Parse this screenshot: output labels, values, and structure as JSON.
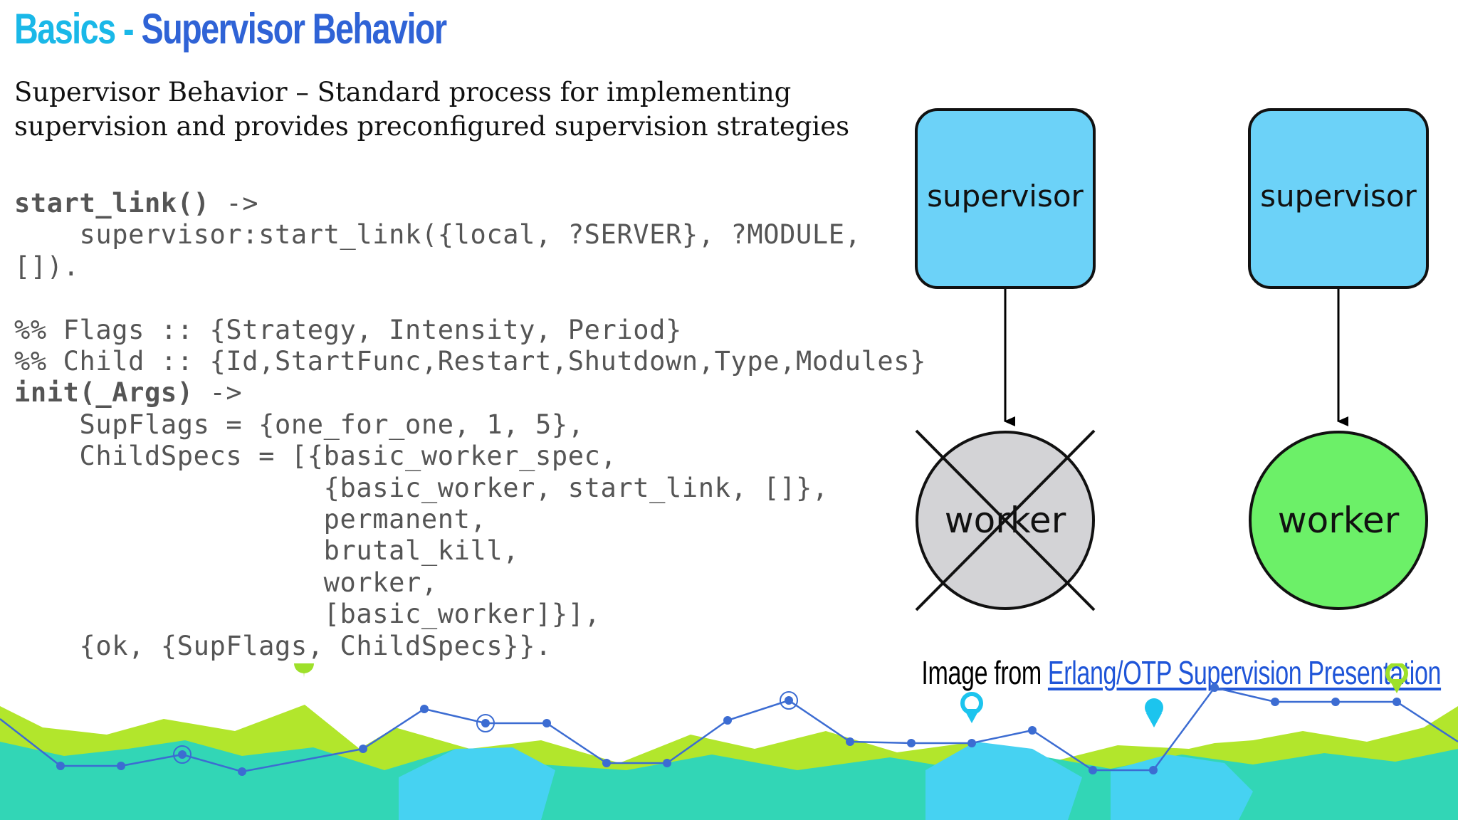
{
  "title": {
    "part1": "Basics - ",
    "part2": "Supervisor Behavior"
  },
  "subtitle": {
    "line1": "Supervisor Behavior – Standard process for implementing",
    "line2": "supervision and provides preconfigured supervision strategies"
  },
  "code": {
    "lines": [
      {
        "bold": "start_link()",
        "rest": " ->"
      },
      {
        "bold": "",
        "rest": "    supervisor:start_link({local, ?SERVER}, ?MODULE,"
      },
      {
        "bold": "",
        "rest": "[])."
      },
      {
        "bold": "",
        "rest": ""
      },
      {
        "bold": "",
        "rest": "%% Flags :: {Strategy, Intensity, Period}"
      },
      {
        "bold": "",
        "rest": "%% Child :: {Id,StartFunc,Restart,Shutdown,Type,Modules}"
      },
      {
        "bold": "init(_Args)",
        "rest": " ->"
      },
      {
        "bold": "",
        "rest": "    SupFlags = {one_for_one, 1, 5},"
      },
      {
        "bold": "",
        "rest": "    ChildSpecs = [{basic_worker_spec,"
      },
      {
        "bold": "",
        "rest": "                   {basic_worker, start_link, []},"
      },
      {
        "bold": "",
        "rest": "                   permanent,"
      },
      {
        "bold": "",
        "rest": "                   brutal_kill,"
      },
      {
        "bold": "",
        "rest": "                   worker,"
      },
      {
        "bold": "",
        "rest": "                   [basic_worker]}],"
      },
      {
        "bold": "",
        "rest": "    {ok, {SupFlags, ChildSpecs}}."
      }
    ]
  },
  "diagram": {
    "supervisor_label": "supervisor",
    "worker_label": "worker",
    "supervisor_color": "#6cd2f8",
    "dead_worker_color": "#d3d3d6",
    "live_worker_color": "#6cf068"
  },
  "caption": {
    "prefix": "Image from ",
    "link_text": "Erlang/OTP Supervision Presentation"
  },
  "colors": {
    "title_light": "#1ab8e8",
    "title_dark": "#2f63d6",
    "footer_green": "#b2e62c",
    "footer_teal": "#32d6b6",
    "footer_cyan": "#46d2f2",
    "footer_line": "#3c6cd2"
  }
}
